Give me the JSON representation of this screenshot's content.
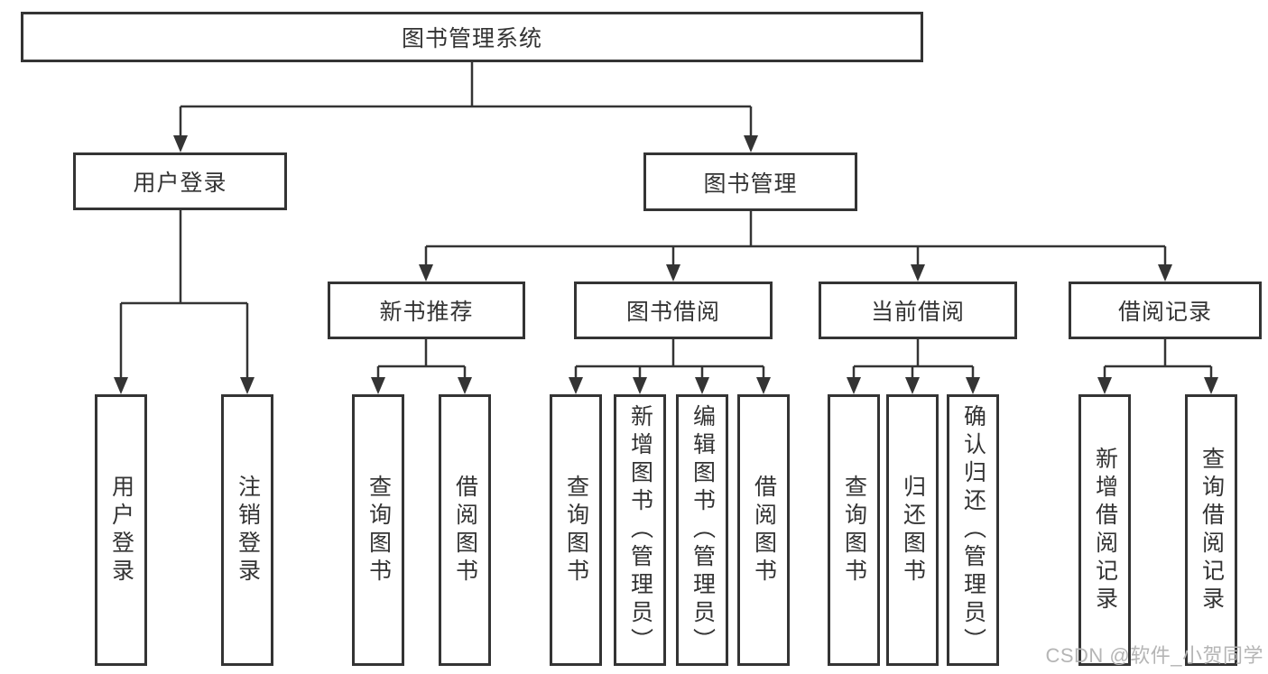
{
  "tree": {
    "root": {
      "label": "图书管理系统",
      "children": [
        {
          "label": "用户登录",
          "children": [
            {
              "label": "用户登录"
            },
            {
              "label": "注销登录"
            }
          ]
        },
        {
          "label": "图书管理",
          "children": [
            {
              "label": "新书推荐",
              "children": [
                {
                  "label": "查询图书"
                },
                {
                  "label": "借阅图书"
                }
              ]
            },
            {
              "label": "图书借阅",
              "children": [
                {
                  "label": "查询图书"
                },
                {
                  "label": "新增图书（管理员）"
                },
                {
                  "label": "编辑图书（管理员）"
                },
                {
                  "label": "借阅图书"
                }
              ]
            },
            {
              "label": "当前借阅",
              "children": [
                {
                  "label": "查询图书"
                },
                {
                  "label": "归还图书"
                },
                {
                  "label": "确认归还（管理员）"
                }
              ]
            },
            {
              "label": "借阅记录",
              "children": [
                {
                  "label": "新增借阅记录"
                },
                {
                  "label": "查询借阅记录"
                }
              ]
            }
          ]
        }
      ]
    }
  },
  "watermark": {
    "text": "CSDN @软件_小贺同学"
  },
  "colors": {
    "line": "#343434",
    "text": "#333333",
    "background": "#ffffff",
    "watermark": "#b5b5b5"
  }
}
